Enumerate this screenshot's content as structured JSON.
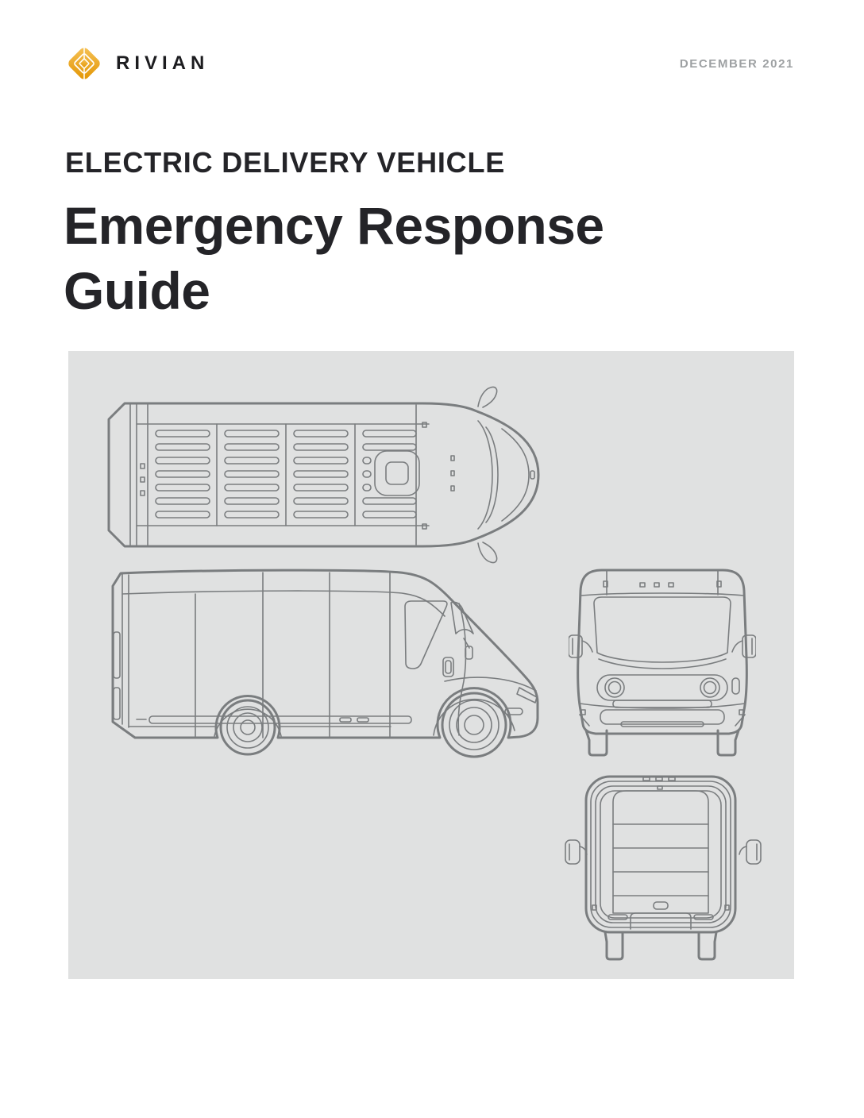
{
  "header": {
    "brand": "RIVIAN",
    "date": "DECEMBER 2021"
  },
  "title": {
    "kicker": "ELECTRIC DELIVERY VEHICLE",
    "line1": "Emergency Response",
    "line2": "Guide"
  },
  "colors": {
    "brand_gold": "#F1AC2F",
    "brand_gold_dark": "#E29400",
    "text_dark": "#242428",
    "date_gray": "#9EA1A3",
    "figure_bg": "#E0E1E1",
    "line_gray": "#7A7D7F"
  }
}
